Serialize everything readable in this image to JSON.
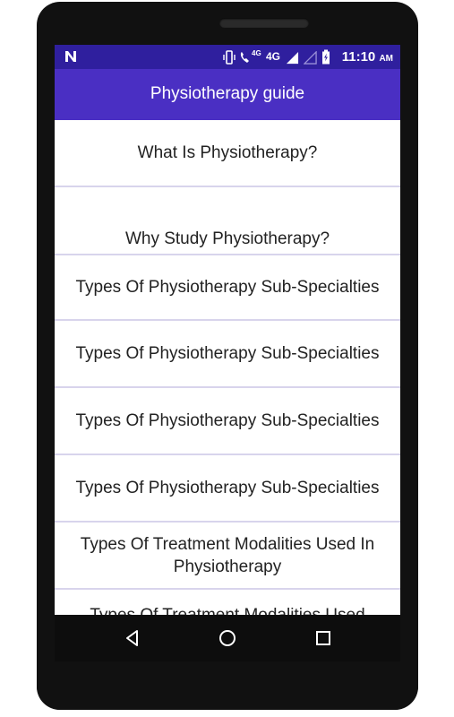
{
  "status": {
    "net_4g_small": "4G",
    "net_4g": "4G",
    "time": "11:10",
    "ampm": "AM"
  },
  "appbar": {
    "title": "Physiotherapy guide"
  },
  "list": {
    "items": [
      "What Is Physiotherapy?",
      "Why Study Physiotherapy?",
      "Types Of Physiotherapy Sub-Specialties",
      "Types Of Physiotherapy Sub-Specialties",
      "Types Of Physiotherapy Sub-Specialties",
      "Types Of Physiotherapy Sub-Specialties",
      "Types Of Treatment Modalities Used In Physiotherapy",
      "Types Of Treatment Modalities Used"
    ]
  },
  "colors": {
    "status_bar": "#2f1f9e",
    "app_bar": "#4a2fc3",
    "divider": "#d8d4ec"
  }
}
